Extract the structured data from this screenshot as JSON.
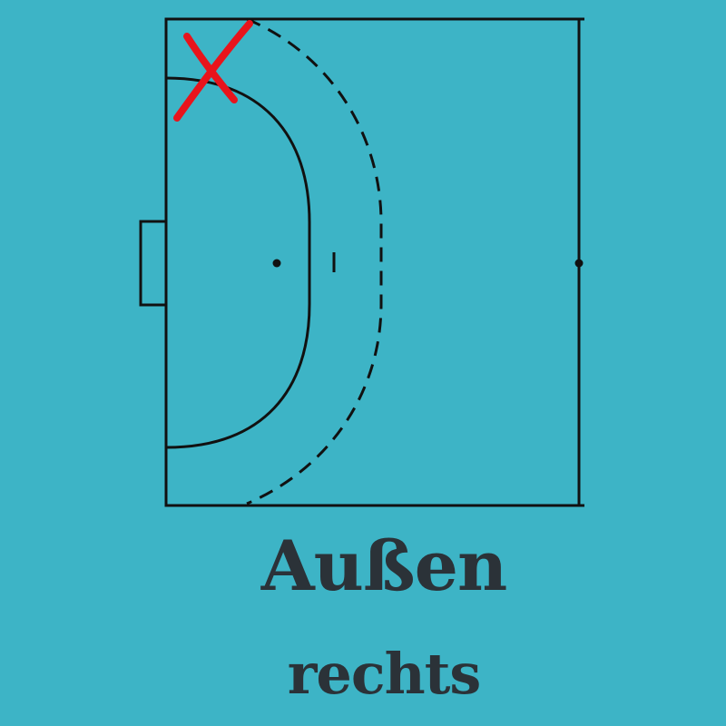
{
  "colors": {
    "background": "#3db4c6",
    "lines": "#111111",
    "marker": "#e8141c",
    "title": "#2b3238"
  },
  "diagram": {
    "subject": "handball-half-court",
    "highlighted_position": "left-top-corner",
    "marker_icon": "cross-mark-icon"
  },
  "caption": {
    "title": "Außen",
    "subtitle": "rechts"
  }
}
